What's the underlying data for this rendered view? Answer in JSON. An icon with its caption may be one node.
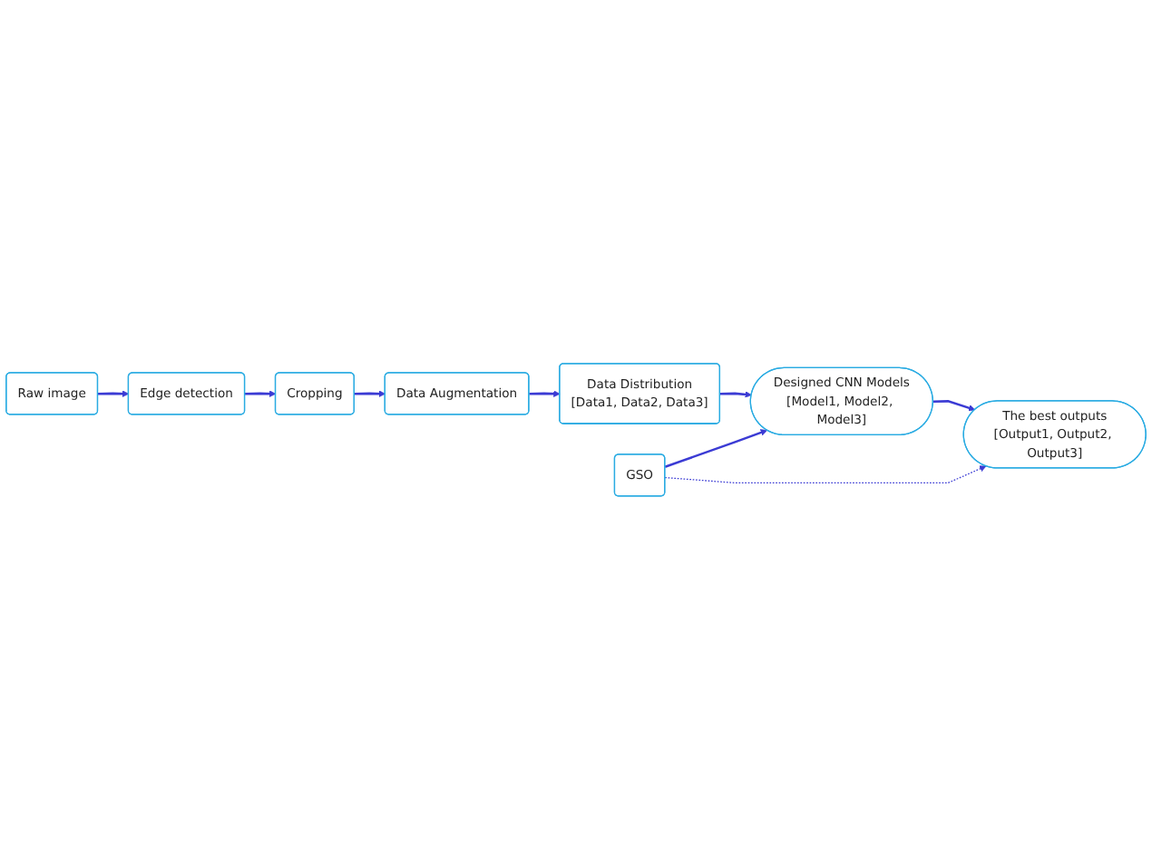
{
  "diagram": {
    "nodes": [
      {
        "text": [
          "Raw image"
        ]
      },
      {
        "text": [
          "Edge detection"
        ]
      },
      {
        "text": [
          "Cropping"
        ]
      },
      {
        "text": [
          "Data Augmentation"
        ]
      },
      {
        "text": [
          "Data Distribution",
          "[Data1, Data2, Data3]"
        ]
      },
      {
        "text": [
          "GSO"
        ]
      },
      {
        "text": [
          "Designed CNN Models",
          "[Model1, Model2, Model3]"
        ]
      },
      {
        "text": [
          "The best outputs",
          "[Output1, Output2, Output3]"
        ]
      }
    ],
    "edges": [
      {
        "from": 0,
        "to": 1,
        "arrow": "to"
      },
      {
        "from": 1,
        "to": 2,
        "arrow": "to"
      },
      {
        "from": 2,
        "to": 3,
        "arrow": "to"
      },
      {
        "from": 3,
        "to": 4,
        "arrow": "to"
      },
      {
        "from": 4,
        "to": 6,
        "arrow": "to"
      },
      {
        "from": 5,
        "to": 6,
        "arrow": "to"
      },
      {
        "from": 5,
        "to": 7,
        "arrow": "to",
        "style": "dashed"
      },
      {
        "from": 6,
        "to": 7,
        "arrow": "to"
      }
    ]
  }
}
